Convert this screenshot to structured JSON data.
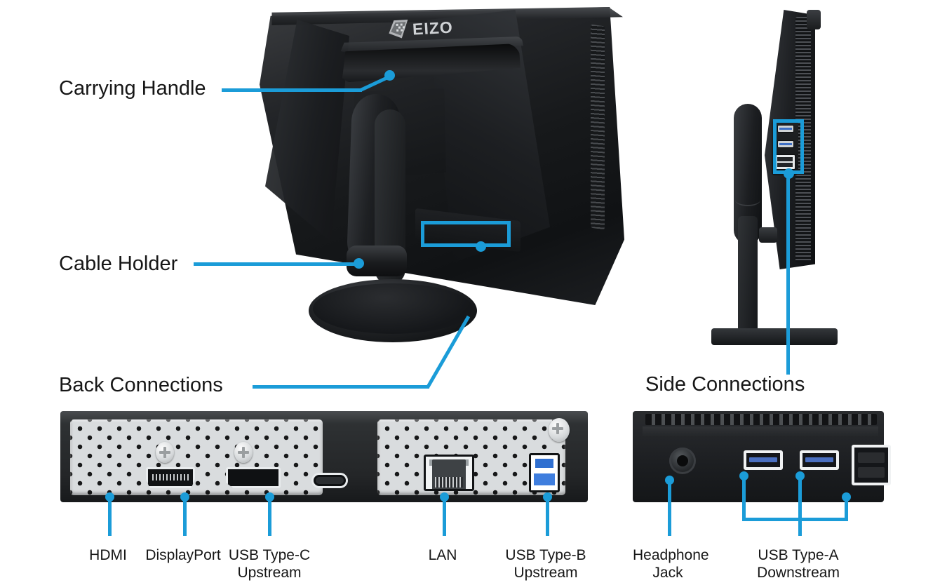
{
  "diagram": {
    "product_brand": "EIZO",
    "accent_color": "#1b9cd8",
    "callouts": [
      {
        "id": "carrying-handle",
        "label": "Carrying Handle"
      },
      {
        "id": "cable-holder",
        "label": "Cable Holder"
      },
      {
        "id": "back-connections",
        "label": "Back Connections"
      },
      {
        "id": "side-connections",
        "label": "Side Connections"
      }
    ]
  },
  "back_panel": {
    "title": "Back Connections",
    "ports": [
      {
        "id": "hdmi",
        "label_line1": "HDMI",
        "label_line2": ""
      },
      {
        "id": "displayport",
        "label_line1": "DisplayPort",
        "label_line2": ""
      },
      {
        "id": "usb-type-c",
        "label_line1": "USB Type-C",
        "label_line2": "Upstream"
      },
      {
        "id": "lan",
        "label_line1": "LAN",
        "label_line2": ""
      },
      {
        "id": "usb-type-b",
        "label_line1": "USB Type-B",
        "label_line2": "Upstream"
      }
    ]
  },
  "side_panel": {
    "title": "Side Connections",
    "ports": [
      {
        "id": "headphone-jack",
        "label_line1": "Headphone",
        "label_line2": "Jack"
      },
      {
        "id": "usb-type-a",
        "label_line1": "USB Type-A",
        "label_line2": "Downstream"
      }
    ]
  }
}
